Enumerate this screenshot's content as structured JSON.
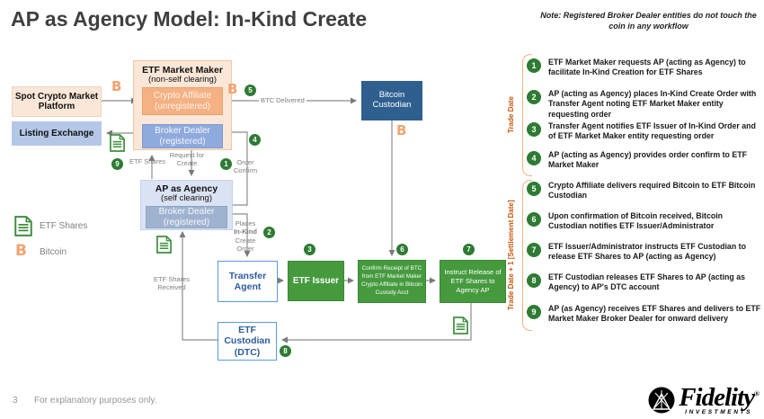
{
  "title": "AP as Agency Model: In-Kind Create",
  "note": "Note: Registered Broker Dealer entities do not touch the coin in any workflow",
  "colors": {
    "peach_container": "#FBE7D8",
    "orange_box": "#F4B183",
    "blue_box": "#8FAADC",
    "light_blue_box": "#B4C7E7",
    "ap_container": "#DAE3F3",
    "ap_inner": "#9FB3D0",
    "dark_blue": "#2E5F8F",
    "green_box": "#459A3E",
    "green_circle": "#2E7B33",
    "arrow_gray": "#8C8C8C",
    "label_gray": "#7F7F7F",
    "timeline_orange": "#C55A11",
    "bracket_orange": "#F4B183",
    "doc_green": "#3E8E3E",
    "bitcoin_orange": "#F0A472",
    "title_gray": "#3F3F3F"
  },
  "nodes": {
    "spot_crypto": "Spot Crypto Market Platform",
    "listing_exchange": "Listing Exchange",
    "etf_mm_title": "ETF Market Maker",
    "etf_mm_sub": "(non-self clearing)",
    "crypto_affiliate_l1": "Crypto Affiliate",
    "crypto_affiliate_l2": "(unregistered)",
    "broker_dealer_l1": "Broker Dealer",
    "broker_dealer_l2": "(registered)",
    "ap_agency_title": "AP as Agency",
    "ap_agency_sub": "(self clearing)",
    "bitcoin_custodian": "Bitcoin Custodian",
    "transfer_agent": "Transfer Agent",
    "etf_issuer": "ETF Issuer",
    "confirm_receipt": "Confirm Receipt of BTC from ETF Market Maker Crypto Affiliate in Bitcoin Custody Acct",
    "instruct_release": "Instruct Release of ETF Shares to Agency AP",
    "etf_custodian": "ETF Custodian (DTC)"
  },
  "edge_labels": {
    "btc_delivered": "BTC Delivered",
    "etf_shares": "ETF Shares",
    "request_for_create": "Request for Create",
    "order_confirm": "Order Confirm",
    "places_l1": "Places",
    "places_l2": "In-Kind",
    "places_l3": "Create",
    "places_l4": "Order",
    "etf_shares_received": "ETF Shares Received"
  },
  "legend": {
    "etf_shares": "ETF Shares",
    "bitcoin": "Bitcoin",
    "bitcoin_glyph": "B"
  },
  "timeline": {
    "trade_date": "Trade Date",
    "settlement": "Trade Date + 1 [Settlement Date]"
  },
  "steps": [
    {
      "num": "1",
      "text": "ETF Market Maker requests AP (acting as Agency) to facilitate In-Kind Creation for ETF Shares"
    },
    {
      "num": "2",
      "text": "AP (acting as Agency) places In-Kind Create Order with Transfer Agent noting ETF Market Maker entity requesting order"
    },
    {
      "num": "3",
      "text": "Transfer Agent notifies ETF Issuer of In-Kind Order and of ETF Market Maker entity requesting order"
    },
    {
      "num": "4",
      "text": "AP (acting as Agency) provides order confirm to ETF Market Maker"
    },
    {
      "num": "5",
      "text": "Crypto Affiliate delivers required Bitcoin to ETF Bitcoin Custodian"
    },
    {
      "num": "6",
      "text": "Upon confirmation of Bitcoin received, Bitcoin Custodian notifies ETF Issuer/Administrator"
    },
    {
      "num": "7",
      "text": "ETF Issuer/Administrator instructs ETF Custodian to release ETF Shares to AP (acting as Agency)"
    },
    {
      "num": "8",
      "text": "ETF Custodian releases ETF Shares to AP (acting as Agency) to AP's DTC account"
    },
    {
      "num": "9",
      "text": "AP (as Agency) receives ETF Shares and delivers to ETF Market Maker Broker Dealer for onward delivery"
    }
  ],
  "footer": {
    "page": "3",
    "disclaimer": "For explanatory purposes only."
  },
  "logo": {
    "name": "Fidelity",
    "reg": "®",
    "sub": "INVESTMENTS"
  }
}
